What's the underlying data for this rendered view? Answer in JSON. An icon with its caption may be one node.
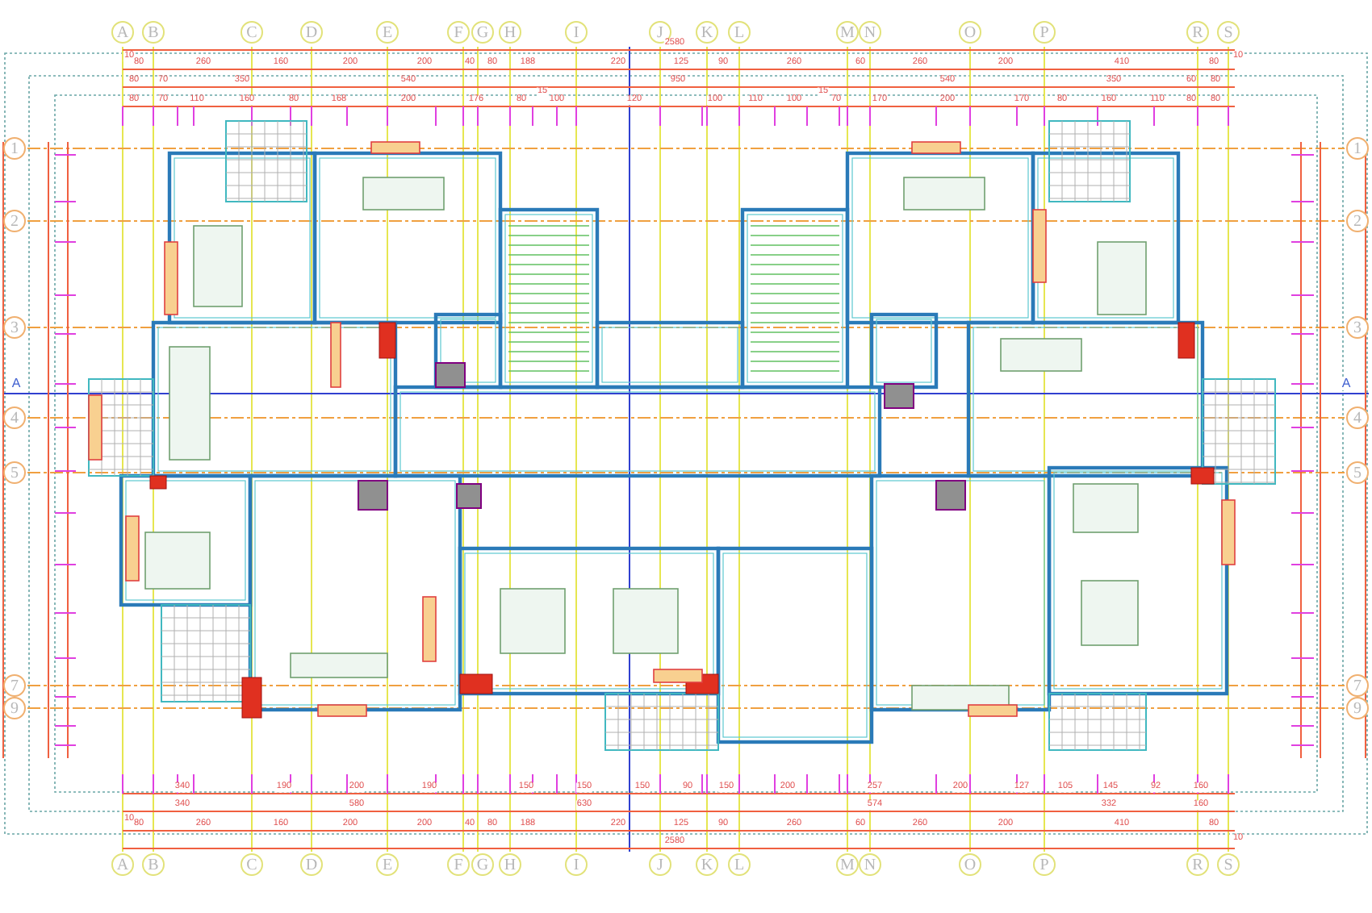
{
  "diagram": {
    "nodes": [
      {
        "text": [
          "A"
        ]
      },
      {
        "text": [
          "B"
        ]
      },
      {
        "text": [
          "C"
        ]
      },
      {
        "text": [
          "D"
        ]
      },
      {
        "text": [
          "E"
        ]
      },
      {
        "text": [
          "F"
        ]
      },
      {
        "text": [
          "G"
        ]
      },
      {
        "text": [
          "H"
        ]
      },
      {
        "text": [
          "I"
        ]
      },
      {
        "text": [
          "J"
        ]
      },
      {
        "text": [
          "K"
        ]
      },
      {
        "text": [
          "L"
        ]
      },
      {
        "text": [
          "M"
        ]
      },
      {
        "text": [
          "N"
        ]
      },
      {
        "text": [
          "O"
        ]
      },
      {
        "text": [
          "P"
        ]
      },
      {
        "text": [
          "R"
        ]
      },
      {
        "text": [
          "S"
        ]
      },
      {
        "text": [
          "A"
        ]
      },
      {
        "text": [
          "B"
        ]
      },
      {
        "text": [
          "C"
        ]
      },
      {
        "text": [
          "D"
        ]
      },
      {
        "text": [
          "E"
        ]
      },
      {
        "text": [
          "F"
        ]
      },
      {
        "text": [
          "G"
        ]
      },
      {
        "text": [
          "H"
        ]
      },
      {
        "text": [
          "I"
        ]
      },
      {
        "text": [
          "J"
        ]
      },
      {
        "text": [
          "K"
        ]
      },
      {
        "text": [
          "L"
        ]
      },
      {
        "text": [
          "M"
        ]
      },
      {
        "text": [
          "N"
        ]
      },
      {
        "text": [
          "O"
        ]
      },
      {
        "text": [
          "P"
        ]
      },
      {
        "text": [
          "R"
        ]
      },
      {
        "text": [
          "S"
        ]
      },
      {
        "text": [
          "1"
        ]
      },
      {
        "text": [
          "2"
        ]
      },
      {
        "text": [
          "3"
        ]
      },
      {
        "text": [
          "4"
        ]
      },
      {
        "text": [
          "5"
        ]
      },
      {
        "text": [
          "7"
        ]
      },
      {
        "text": [
          "9"
        ]
      },
      {
        "text": [
          "1"
        ]
      },
      {
        "text": [
          "2"
        ]
      },
      {
        "text": [
          "3"
        ]
      },
      {
        "text": [
          "4"
        ]
      },
      {
        "text": [
          "5"
        ]
      },
      {
        "text": [
          "7"
        ]
      },
      {
        "text": [
          "9"
        ]
      }
    ],
    "labels": [
      "2580",
      "10",
      "80",
      "260",
      "160",
      "200",
      "200",
      "40",
      "80",
      "188",
      "220",
      "125",
      "90",
      "260",
      "60",
      "260",
      "200",
      "410",
      "80",
      "10",
      "80",
      "70",
      "350",
      "540",
      "950",
      "540",
      "350",
      "60",
      "80",
      "80",
      "70",
      "110",
      "160",
      "80",
      "168",
      "200",
      "176",
      "80",
      "15",
      "100",
      "120",
      "100",
      "110",
      "100",
      "15",
      "70",
      "170",
      "200",
      "170",
      "80",
      "160",
      "110",
      "80",
      "80",
      "A",
      "A",
      "340",
      "190",
      "200",
      "190",
      "150",
      "150",
      "150",
      "90",
      "150",
      "200",
      "257",
      "200",
      "127",
      "105",
      "145",
      "92",
      "160",
      "340",
      "580",
      "630",
      "574",
      "332",
      "160",
      "10",
      "80",
      "260",
      "160",
      "200",
      "200",
      "40",
      "80",
      "188",
      "220",
      "125",
      "90",
      "260",
      "60",
      "260",
      "200",
      "410",
      "80",
      "10",
      "2580"
    ]
  }
}
